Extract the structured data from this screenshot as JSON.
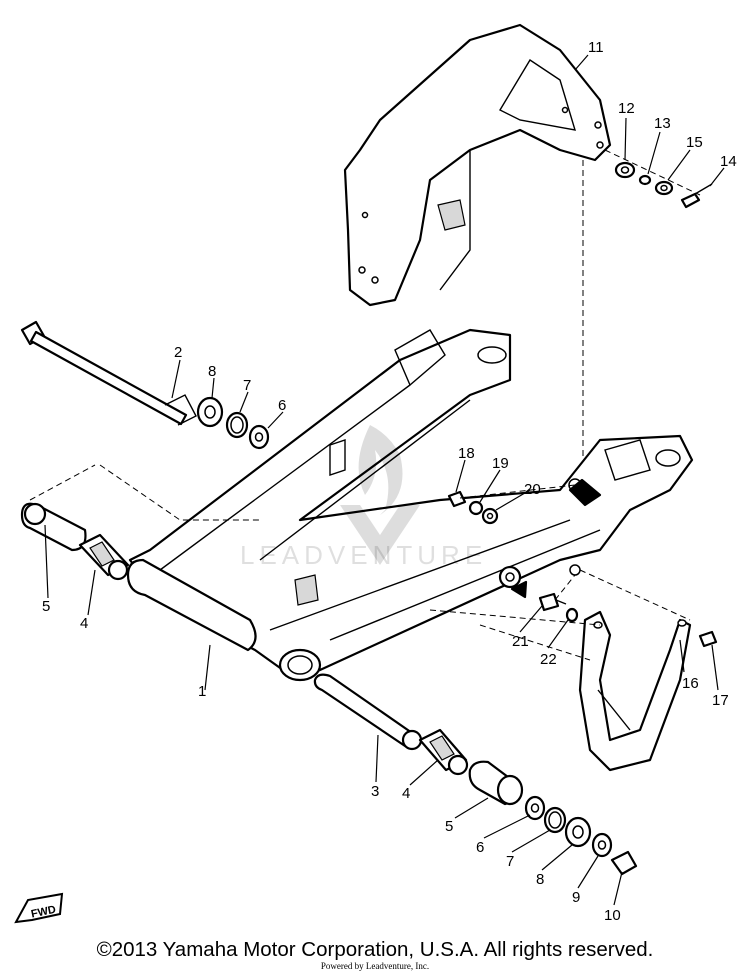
{
  "diagram": {
    "part_numbers": [
      "1",
      "2",
      "3",
      "4",
      "4",
      "5",
      "5",
      "6",
      "6",
      "7",
      "7",
      "8",
      "8",
      "9",
      "10",
      "11",
      "12",
      "13",
      "14",
      "15",
      "16",
      "17",
      "18",
      "19",
      "20",
      "21",
      "22"
    ]
  },
  "badge": {
    "label": "FWD"
  },
  "watermark": {
    "text": "LEADVENTURE"
  },
  "footer": {
    "copyright": "©2013 Yamaha Motor Corporation, U.S.A. All rights reserved.",
    "credit": "Powered by Leadventure, Inc."
  }
}
